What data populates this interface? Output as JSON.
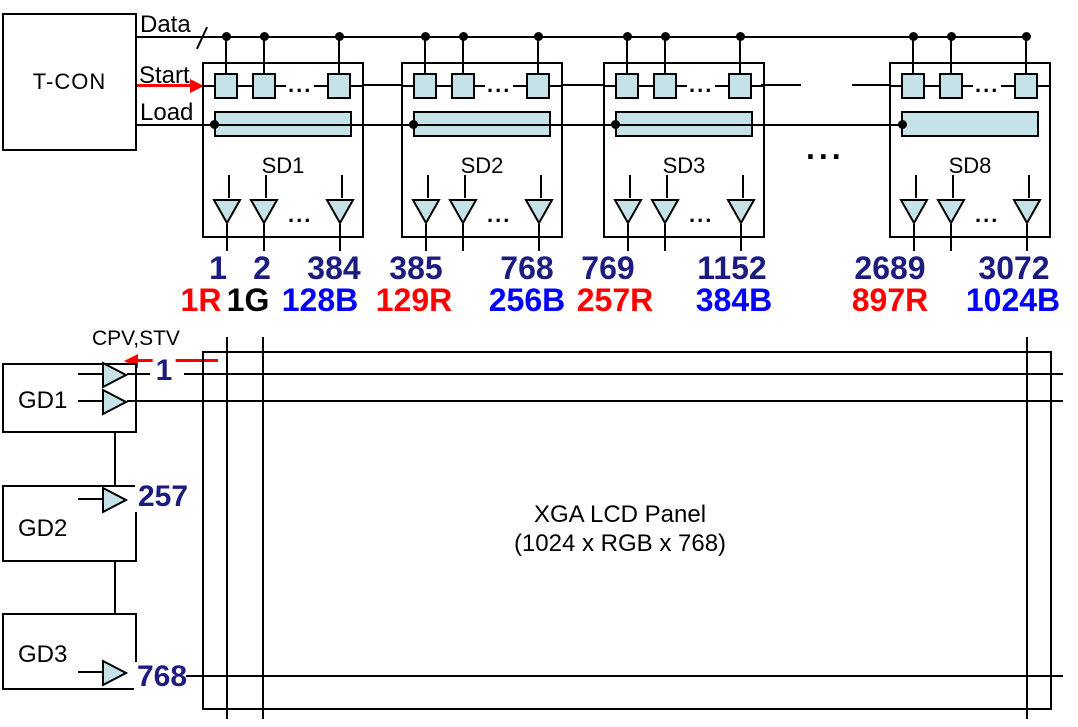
{
  "colors": {
    "line": "#000000",
    "fill": "#c5e2e8",
    "navy": "#1c1c80",
    "red": "#ff0000",
    "blue": "#0000ff",
    "bg": "#ffffff"
  },
  "tcon": {
    "label": "T-CON"
  },
  "signals": {
    "data": "Data",
    "start": "Start",
    "load": "Load"
  },
  "source_drivers": {
    "ellipsis": "...",
    "between_ellipsis": "...",
    "blocks": [
      {
        "label": "SD1"
      },
      {
        "label": "SD2"
      },
      {
        "label": "SD3"
      },
      {
        "label": "SD8"
      }
    ]
  },
  "outputs": {
    "channel_numbers": [
      "1",
      "2",
      "384",
      "385",
      "768",
      "769",
      "1152",
      "2689",
      "3072"
    ],
    "pixel_labels": [
      {
        "text": "1R",
        "color": "#ff0000"
      },
      {
        "text": "1G",
        "color": "#000000"
      },
      {
        "text": "128B",
        "color": "#0000ff"
      },
      {
        "text": "129R",
        "color": "#ff0000"
      },
      {
        "text": "256B",
        "color": "#0000ff"
      },
      {
        "text": "257R",
        "color": "#ff0000"
      },
      {
        "text": "384B",
        "color": "#0000ff"
      },
      {
        "text": "897R",
        "color": "#ff0000"
      },
      {
        "text": "1024B",
        "color": "#0000ff"
      }
    ]
  },
  "gate_drivers": {
    "cpv_label": "CPV,STV",
    "row_numbers": [
      "1",
      "257",
      "768"
    ],
    "blocks": [
      {
        "label": "GD1"
      },
      {
        "label": "GD2"
      },
      {
        "label": "GD3"
      }
    ]
  },
  "panel": {
    "title": "XGA LCD Panel",
    "subtitle": "(1024 x RGB x 768)"
  }
}
